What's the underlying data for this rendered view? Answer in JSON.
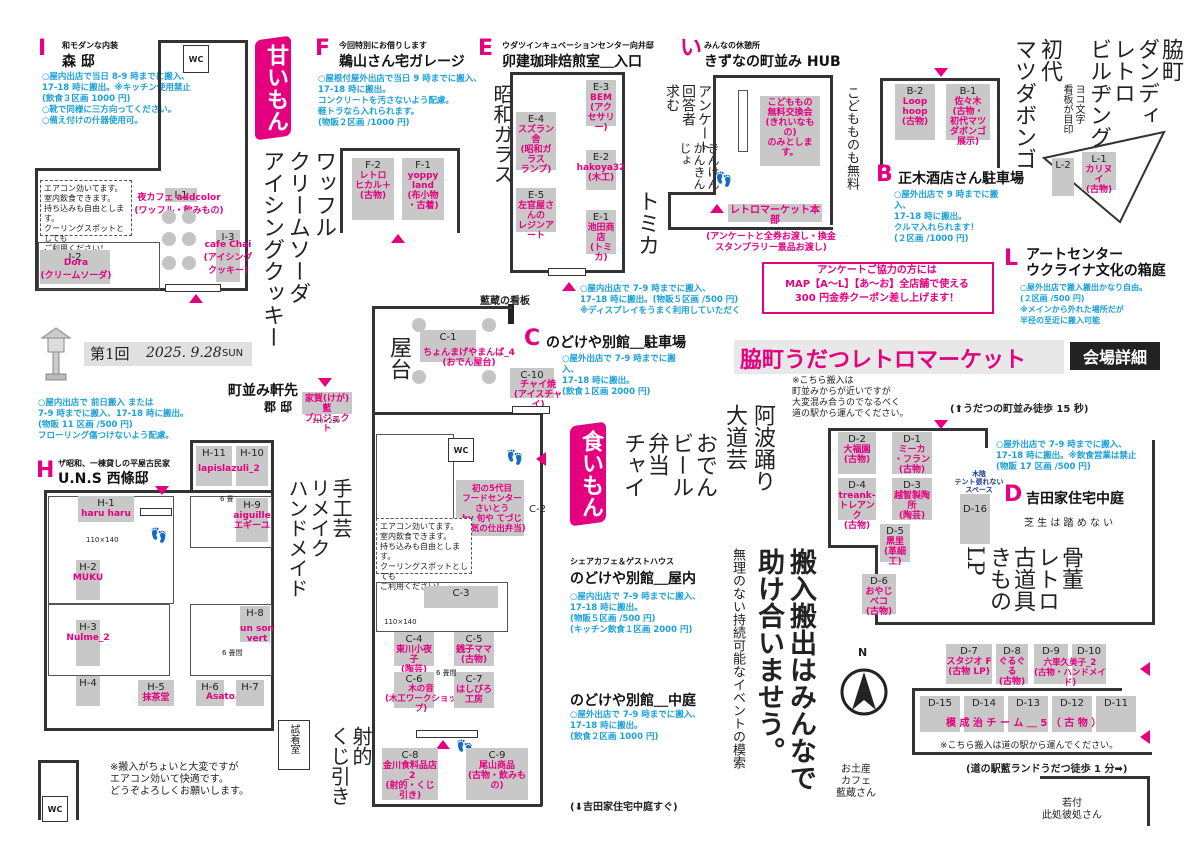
{
  "event": {
    "title": "脇町うだつレトロマーケット",
    "title_badge": "会場詳細",
    "edition": "第1回",
    "date": "2025. 9.28",
    "weekday": "SUN"
  },
  "colors": {
    "accent": "#e4007f",
    "note": "#1aa0d8",
    "booth": "#c8c8c8",
    "wall": "#333333"
  },
  "zones": {
    "I": {
      "letter": "I",
      "sub": "和モダンな内装",
      "title": "森 邸",
      "note": "○屋内出店で当日 8-9 時までに搬入、\n17-18 時に搬出。※キッチン使用禁止\n(飲食３区画 1000 円)\n○靴で同様に三方向ってください。\n○備え付けの什器使用可。"
    },
    "F": {
      "letter": "F",
      "sub": "今回特別にお借りします",
      "title": "鵜山さん宅ガレージ",
      "note": "○屋根付屋外出店で当日 9 時までに搬入、\n17-18 時に搬出。\nコンクリートを汚さないよう配慮。\n軽トラなら入れられます。\n(物販２区画 /1000 円)"
    },
    "E": {
      "letter": "E",
      "sub": "ウダツインキュベーションセンター向井邸",
      "title": "卯建珈琲焙煎室＿入口",
      "note": "○屋内出店で 7-9 時までに搬入、\n17-18 時に搬出。(物販５区画 /500 円)\n※ディスプレイをうまく利用していただく"
    },
    "i": {
      "letter": "い",
      "sub": "みんなの休憩所",
      "title": "きずなの町並み HUB",
      "note": "(アンケートと全券お渡し・換金\nスタンプラリー景品お渡し)"
    },
    "B": {
      "letter": "B",
      "title": "正木酒店さん駐車場",
      "note": "○屋外出店で 9 時までに搬入、\n17-18 時に搬出。\nクルマ入れられます！\n(２区画 /1000 円)"
    },
    "L": {
      "letter": "L",
      "title1": "アートセンター",
      "title2": "ウクライナ文化の箱庭",
      "note": "○屋外出店で搬入搬出かなり自由。\n(２区画 /500 円)\n※メインから外れた場所だが\n半径の至近に搬入可能"
    },
    "C": {
      "letter": "C",
      "title": "のどけや別館＿駐車場",
      "note": "○屋外出店で 7-9 時までに搬入、\n17-18 時に搬出。\n(飲食１区画 2000 円)"
    },
    "C2": {
      "sub": "シェアカフェ＆ゲストハウス",
      "title": "のどけや別館＿屋内",
      "note": "○屋内出店で 7-9 時までに搬入、\n17-18 時に搬出。\n(物販５区画 /500 円)\n(キッチン飲食１区画 2000 円)"
    },
    "C3": {
      "title": "のどけや別館＿中庭",
      "note": "○屋外出店で 7-9 時までに搬入、\n17-18 時に搬出。\n(飲食２区画 1000 円)"
    },
    "H": {
      "letter": "H",
      "sub": "ザ昭和、一棟貸しの平屋古民家",
      "title": "U.N.S 西條邸",
      "note": "○屋内出店で 前日搬入 または\n7-9 時までに搬入、17-18 時に搬出。\n(物販 11 区画 /500 円)\nフローリング傷つけないよう配慮。"
    },
    "D": {
      "letter": "D",
      "title": "吉田家住宅中庭",
      "motto": "芝 生 は 踏 め な い",
      "note": "○屋外出店で 7-9 時までに搬入、\n17-18 時に搬出。※飲食営業は禁止\n(物販 17 区画 /500 円)"
    },
    "machinami": {
      "title": "町並み軒先",
      "sub": "郡 邸",
      "note": "110×250"
    }
  },
  "booths": {
    "I1": {
      "id": "I-1",
      "name": "夜カフェ addcolor\n(ワッフル・飲みもの)"
    },
    "I2": {
      "id": "I-2",
      "name": "Dora\n(クリームソーダ)"
    },
    "I3": {
      "id": "I-3",
      "name": "cafe Chai\n(アイシング\nクッキー)"
    },
    "F1": {
      "id": "F-1",
      "name": "yoppy\nland\n(布小物\n・古着)"
    },
    "F2": {
      "id": "F-2",
      "name": "レトロ\nヒカル＋\n(古物)"
    },
    "E1": {
      "id": "E-1",
      "name": "池田商店\n(トミカ)"
    },
    "E2": {
      "id": "E-2",
      "name": "hakoya32\n(木工)"
    },
    "E3": {
      "id": "E-3",
      "name": "BEM\n(アクセサリー)"
    },
    "E4": {
      "id": "E-4",
      "name": "スズラン舎\n(昭和ガラス\nランプ)"
    },
    "E5": {
      "id": "E-5",
      "name": "左官屋さんの\nレジンアート"
    },
    "i1": {
      "id": "",
      "name": "こどももの\n無料交換会\n(きれいなもの)\nのみとします。"
    },
    "retro_hq": {
      "name": "レトロマーケット本部"
    },
    "B1": {
      "id": "B-1",
      "name": "佐々木\n(古物・\n初代マツダボンゴ\n展示)"
    },
    "B2": {
      "id": "B-2",
      "name": "Loop\nhoop\n(古物)"
    },
    "L1": {
      "id": "L-1",
      "name": "カリヌイ\n(古物)"
    },
    "L2": {
      "id": "L-2",
      "name": ""
    },
    "C1": {
      "id": "C-1",
      "name": "ちょんまげやまんば_4\n(おでん屋台)"
    },
    "C10": {
      "id": "C-10",
      "name": "チャイ焼\n(アイスチャイ)"
    },
    "C2": {
      "id": "C-2",
      "name": "初の5代目\nフードセンター\nさいとう\nby 旬や てづじ\n(本気の仕出弁当)"
    },
    "C3": {
      "id": "C-3",
      "name": ""
    },
    "C4": {
      "id": "C-4",
      "name": "東川小夜子\n(陶芸)"
    },
    "C5": {
      "id": "C-5",
      "name": "銭子ママ\n(古物)"
    },
    "C6": {
      "id": "C-6",
      "name": "木の音\n(木工ワークショップ)"
    },
    "C7": {
      "id": "C-7",
      "name": "はしびろ\n工房"
    },
    "C8": {
      "id": "C-8",
      "name": "金川食料品店_2\n(射的・くじ引き)"
    },
    "C9": {
      "id": "C-9",
      "name": "尾山商品\n(古物・飲みもの)"
    },
    "machinami": {
      "name": "家賀(けが)藍\nプロジェクト"
    },
    "H1": {
      "id": "H-1",
      "name": "haru haru"
    },
    "H2": {
      "id": "H-2",
      "name": "MUKU"
    },
    "H3": {
      "id": "H-3",
      "name": "Nulme_2"
    },
    "H4": {
      "id": "H-4",
      "name": ""
    },
    "H5": {
      "id": "H-5",
      "name": "抹茶堂"
    },
    "H6": {
      "id": "H-6",
      "name": "Asato…_2"
    },
    "H7": {
      "id": "H-7",
      "name": ""
    },
    "H8": {
      "id": "H-8",
      "name": "un son\nvert"
    },
    "H9": {
      "id": "H-9",
      "name": "aiguille\nエギーユ"
    },
    "H10": {
      "id": "H-10",
      "name": ""
    },
    "H11": {
      "id": "H-11",
      "name": "lapislazuli_2"
    },
    "D1": {
      "id": "D-1",
      "name": "ミーカ\n・フラン\n(古物)"
    },
    "D2": {
      "id": "D-2",
      "name": "大福園\n(古物)"
    },
    "D3": {
      "id": "D-3",
      "name": "越智製陶所\n(陶芸)"
    },
    "D4": {
      "id": "D-4",
      "name": "treank-\nトレアンク\n(古物)"
    },
    "D5": {
      "id": "D-5",
      "name": "黒里\n(革細工)"
    },
    "D6": {
      "id": "D-6",
      "name": "おやじべコ\n(古物)"
    },
    "D7": {
      "id": "D-7",
      "name": "スタジオ F\n(古物 LP)"
    },
    "D8": {
      "id": "D-8",
      "name": "ぐるぐる\n(古物)"
    },
    "D9": {
      "id": "D-9",
      "name": "六車久美子_2\n(古物・ハンドメイド)"
    },
    "D10": {
      "id": "D-10",
      "name": ""
    },
    "D11": {
      "id": "D-11",
      "name": ""
    },
    "D12": {
      "id": "D-12",
      "name": ""
    },
    "D13": {
      "id": "D-13",
      "name": ""
    },
    "D14": {
      "id": "D-14",
      "name": ""
    },
    "D15": {
      "id": "D-15",
      "name": ""
    },
    "D16": {
      "id": "D-16",
      "name": "木陰\nテント張れない\nスペース"
    },
    "D_row": {
      "name": "模 成 治 チ ー ム ＿ 5 （ 古 物 ）"
    }
  },
  "labels": {
    "wc": "WC",
    "aircon_I": "エアコン効いてます。\n室内飲食できます。\n持ち込みも自由とします。\nクーリングスポットとしても\nご利用ください！",
    "aircon_C": "エアコン効いてます。\n室内飲食できます。\n持ち込みも自由とします。\nクーリングスポットとしても\nご利用ください！",
    "aircon_H": "※搬入がちょいと大変ですが\nエアコン効いて快適です。\nどうぞよろしくお願いします。",
    "amaimon": "甘いもん",
    "shokuimon": "食いもん",
    "waffle": "ワッフル\nクリームソーダ\nアイシングクッキー",
    "showa_glass": "昭和ガラス",
    "tomica": "トミカ",
    "questionnaire": "アンケート\n回答者\n求む",
    "kinkin": "きんけん\nかんきん\nじょ",
    "kodomo": "こどもものも無料",
    "shodai": "初代\nマツダボンゴ",
    "wakimachi": "脇町\nダンディ\nレトロ\nビルヂング",
    "yoko": "ヨコ文字\n看板が目印",
    "coupon": "アンケートご協力の方には\nMAP【A〜L】【あ〜お】全店舗で使える\n300 円金券クーポン差し上げます！",
    "aizo": "藍蔵の看板",
    "yatai": "屋台",
    "oden": "おでん\nビール\n弁当\nチャイ",
    "awa": "阿波踊り\n大道芸",
    "hanyu": "搬入搬出はみんなで\n助け合いませう。",
    "muri": "無理のない持続可能なイベントの模索",
    "kotto": "骨董\nレトロ\n古道具\nきもの\nLP",
    "shugei": "手工芸\nリメイク\nハンドメイド",
    "shateki": "射的\nくじ引き",
    "size_110_140": "110×140",
    "size_6jo": "6 畳間",
    "size_6jo2": "6 畳間",
    "size_6jo3": "6 畳",
    "size_h110": "110×140",
    "shiken": "試着室",
    "hanyu_D_top": "※こちら搬入は\n町並みからが近いですが\n大変混み合うのでなるべく\n道の駅から運んでください。",
    "walk15": "(⬆うだつの町並み徒歩 15 秒)",
    "hanyu_D_bottom": "※こちら搬入は道の駅から運んでください。",
    "walk1": "(道の駅藍ランドうだつ徒歩 1 分➡)",
    "yoshida_arrow": "(⬇吉田家住宅中庭すぐ)",
    "omiyage": "お土産\nカフェ\n藍蔵さん",
    "wakatsuki": "若付\n此処彼処さん",
    "north": "N"
  }
}
